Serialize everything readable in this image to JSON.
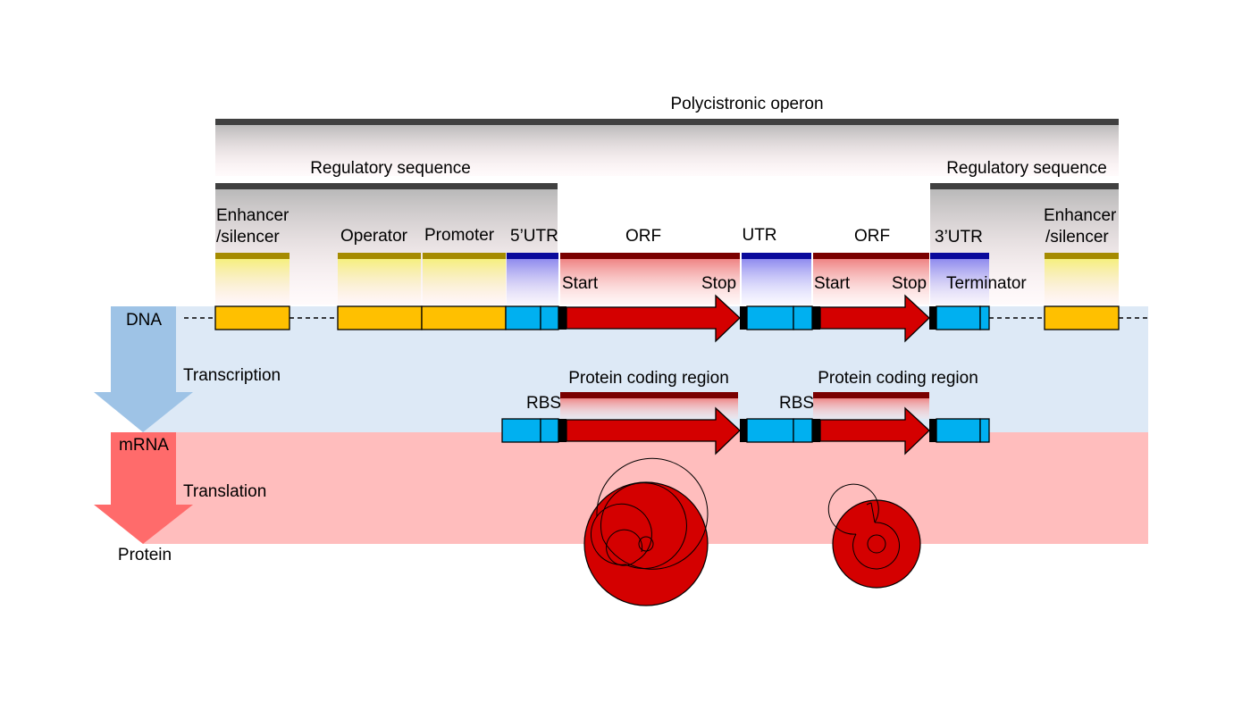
{
  "labels": {
    "operon": "Polycistronic operon",
    "regulatory_left": "Regulatory sequence",
    "regulatory_right": "Regulatory sequence",
    "enhancer_left_line1": "Enhancer",
    "enhancer_left_line2": "/silencer",
    "enhancer_right_line1": "Enhancer",
    "enhancer_right_line2": "/silencer",
    "operator": "Operator",
    "promoter": "Promoter",
    "utr5": "5’UTR",
    "orf1": "ORF",
    "utr_mid": "UTR",
    "orf2": "ORF",
    "utr3": "3’UTR",
    "start1": "Start",
    "stop1": "Stop",
    "start2": "Start",
    "stop2": "Stop",
    "terminator": "Terminator",
    "dna": "DNA",
    "transcription": "Transcription",
    "mrna": "mRNA",
    "translation": "Translation",
    "protein": "Protein",
    "coding_region_1": "Protein coding region",
    "coding_region_2": "Protein coding region",
    "rbs1": "RBS",
    "rbs2": "RBS"
  },
  "colors": {
    "regulatory_element": "#FFC000",
    "utr": "#00B0F0",
    "coding": "#D40000",
    "dna_band": "#DDE9F6",
    "mrna_band": "#FFBDBD",
    "dna_arrow": "#9EC3E6",
    "mrna_arrow": "#FF6B6B",
    "bracket": "#404040"
  }
}
